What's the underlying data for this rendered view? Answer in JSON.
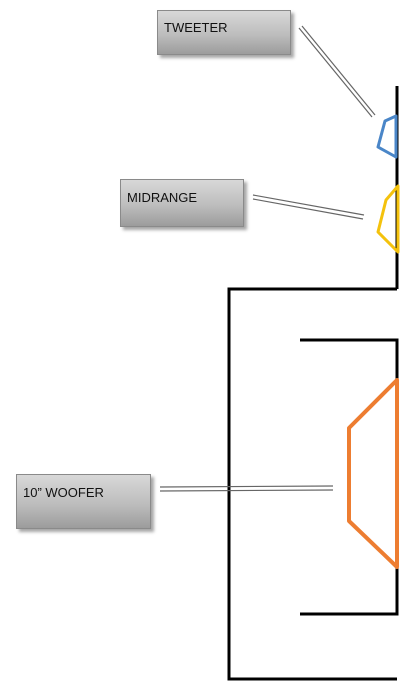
{
  "labels": {
    "tweeter": "TWEETER",
    "midrange": "MIDRANGE",
    "woofer": "10” WOOFER"
  },
  "colors": {
    "tweeter": "#4a86c8",
    "midrange": "#f4c20d",
    "woofer": "#ed7d31",
    "enclosure": "#000000",
    "leader": "#555555"
  }
}
